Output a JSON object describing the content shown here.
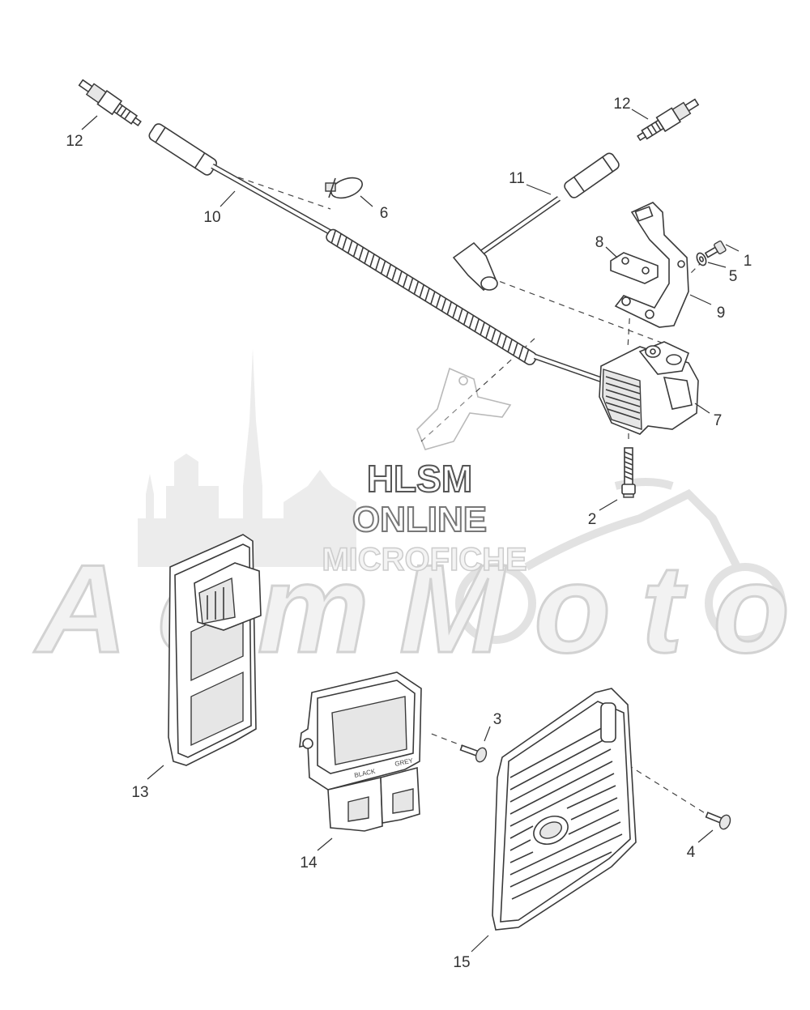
{
  "watermark": {
    "lines": [
      "HLSM",
      "ONLINE",
      "MICROFICHE"
    ],
    "logo_text": "AcmMoto",
    "color_light": "#d9d9d9",
    "color_dark": "#8a8a8a"
  },
  "callouts": [
    {
      "id": "1",
      "label": "1",
      "part": "screw"
    },
    {
      "id": "2",
      "label": "2",
      "part": "coil-bolt"
    },
    {
      "id": "3",
      "label": "3",
      "part": "module-screw"
    },
    {
      "id": "4",
      "label": "4",
      "part": "cover-screw"
    },
    {
      "id": "5",
      "label": "5",
      "part": "washer"
    },
    {
      "id": "6",
      "label": "6",
      "part": "cable-tie"
    },
    {
      "id": "7",
      "label": "7",
      "part": "ignition-coil"
    },
    {
      "id": "8",
      "label": "8",
      "part": "clip"
    },
    {
      "id": "9",
      "label": "9",
      "part": "coil-bracket"
    },
    {
      "id": "10",
      "label": "10",
      "part": "front-spark-plug-wire"
    },
    {
      "id": "11",
      "label": "11",
      "part": "rear-spark-plug-wire"
    },
    {
      "id": "12a",
      "label": "12",
      "part": "spark-plug-front"
    },
    {
      "id": "12b",
      "label": "12",
      "part": "spark-plug-rear"
    },
    {
      "id": "13",
      "label": "13",
      "part": "control-module-large"
    },
    {
      "id": "14",
      "label": "14",
      "part": "control-module-small"
    },
    {
      "id": "15",
      "label": "15",
      "part": "module-cover"
    }
  ],
  "module_labels": {
    "black": "BLACK",
    "grey": "GREY"
  }
}
